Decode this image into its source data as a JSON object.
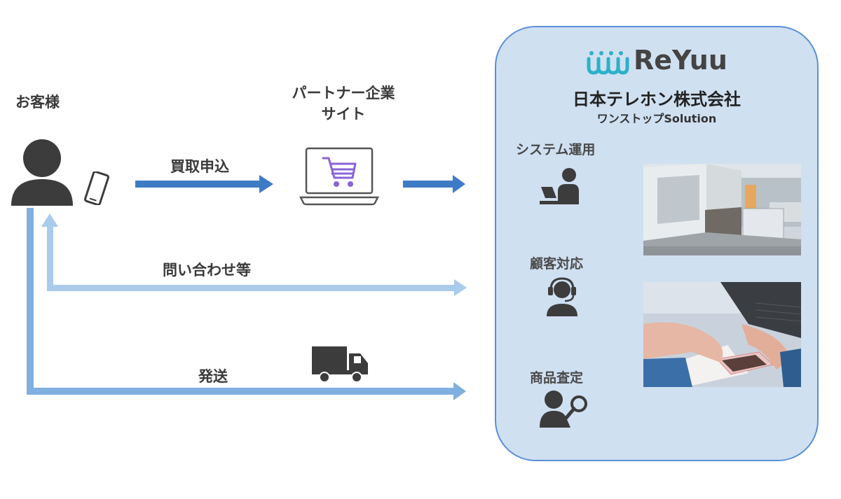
{
  "customer": {
    "label": "お客様",
    "icon": "person-icon",
    "device_icon": "smartphone-icon"
  },
  "partner_site": {
    "title_line1": "パートナー企業",
    "title_line2": "サイト",
    "icon": "laptop-cart-icon"
  },
  "flows": {
    "purchase_request": "買取申込",
    "inquiries": "問い合わせ等",
    "shipping": "発送",
    "shipping_icon": "truck-icon"
  },
  "provider": {
    "logo_text": "ReYuu",
    "company_name": "日本テレホン株式会社",
    "tagline": "ワンストップSolution",
    "services": [
      {
        "label": "システム運用",
        "icon": "operator-desk-icon"
      },
      {
        "label": "顧客対応",
        "icon": "headset-icon"
      },
      {
        "label": "商品査定",
        "icon": "magnifier-person-icon"
      }
    ]
  },
  "colors": {
    "arrow_dark": "#3d7cc4",
    "arrow_light": "#a9cbec",
    "arrow_mid": "#7fb0df",
    "panel_fill": "#cfe0f1",
    "panel_border": "#5b8fd8",
    "logo_teal": "#2cb1c9",
    "cart_purple": "#8a64d6",
    "icon_dark": "#3c3c3c"
  }
}
